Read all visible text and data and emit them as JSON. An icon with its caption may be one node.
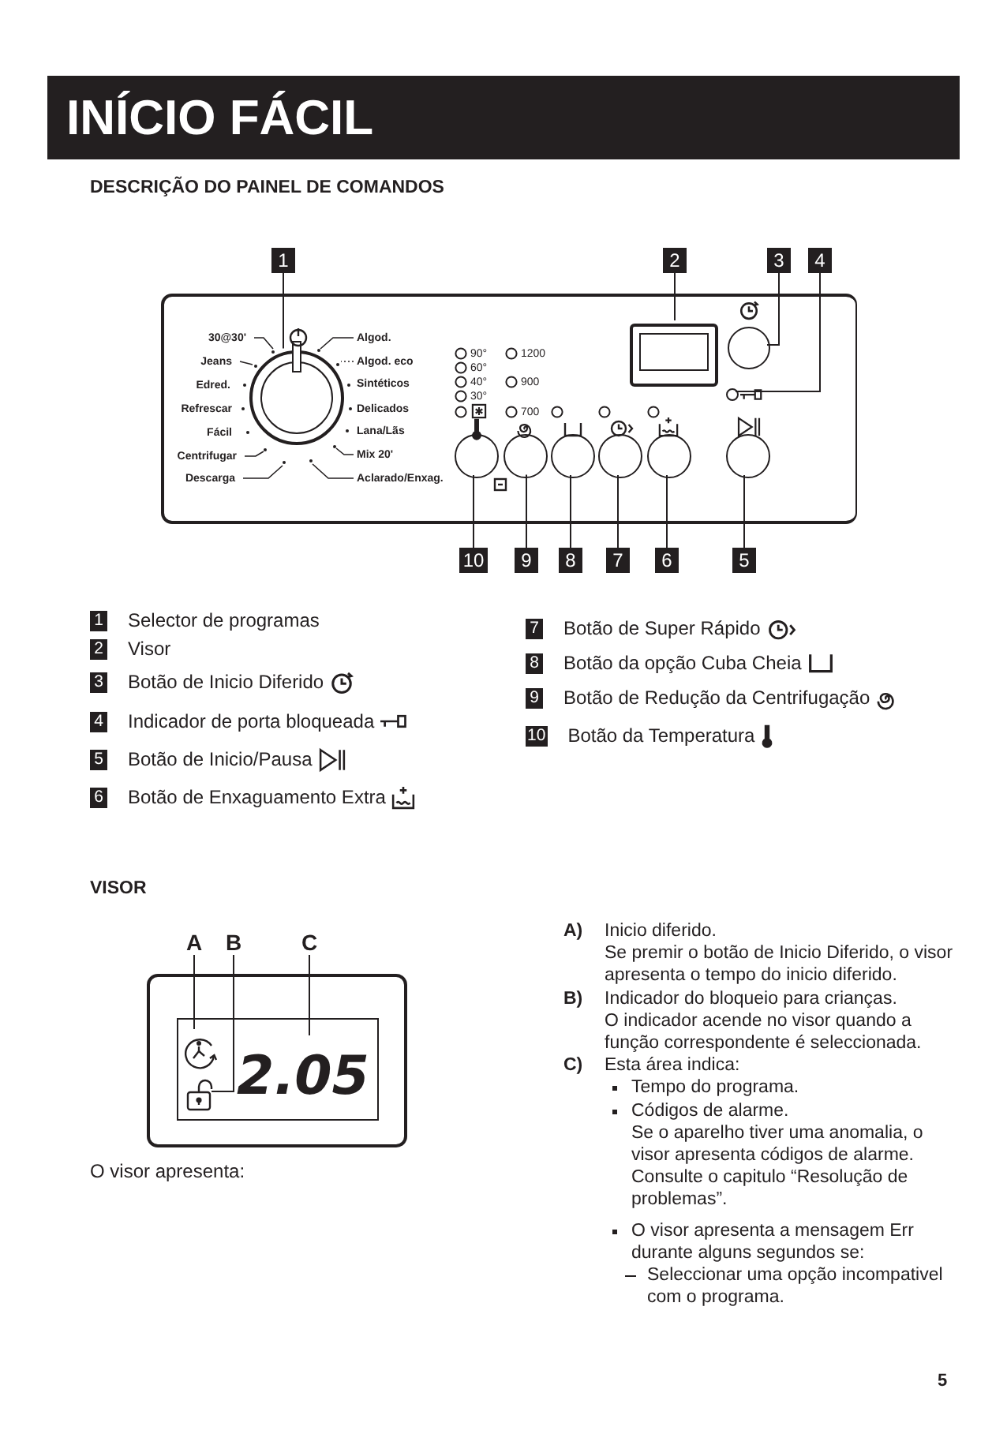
{
  "diagram": {
    "title": "INÍCIO FÁCIL",
    "nodes": [
      {
        "text": [
          "1"
        ]
      },
      {
        "text": [
          "2"
        ]
      },
      {
        "text": [
          "3"
        ]
      },
      {
        "text": [
          "4"
        ]
      },
      {
        "text": [],
        "shape": "box"
      },
      {
        "text": [],
        "shape": "circle",
        "in": 4
      },
      {
        "text": [],
        "shape": "box",
        "in": 4
      },
      {
        "text": [],
        "shape": "circle",
        "in": 4
      },
      {
        "text": [],
        "shape": "circle",
        "in": 4
      },
      {
        "text": [],
        "shape": "circle",
        "in": 4
      },
      {
        "text": [],
        "shape": "circle",
        "in": 4
      },
      {
        "text": [],
        "shape": "circle",
        "in": 4
      },
      {
        "text": [],
        "shape": "circle",
        "in": 4
      },
      {
        "text": [],
        "shape": "circle",
        "in": 4
      },
      {
        "text": [],
        "shape": "circle",
        "in": 4
      },
      {
        "text": [
          "10"
        ]
      },
      {
        "text": [
          "9"
        ]
      },
      {
        "text": [
          "8"
        ]
      },
      {
        "text": [
          "7"
        ]
      },
      {
        "text": [
          "6"
        ]
      },
      {
        "text": [
          "5"
        ]
      },
      {
        "text": [
          "A"
        ]
      },
      {
        "text": [
          "B"
        ]
      },
      {
        "text": [
          "C"
        ]
      },
      {
        "text": [],
        "shape": "box"
      },
      {
        "text": [],
        "shape": "clock",
        "in": 24
      },
      {
        "text": [],
        "shape": "padlock",
        "in": 24
      },
      {
        "text": [
          "2.05"
        ],
        "in": 24
      }
    ],
    "edges": [
      {
        "from": 0,
        "to": 5,
        "arrow": "none"
      },
      {
        "from": 1,
        "to": 6,
        "arrow": "none"
      },
      {
        "from": 2,
        "to": 7,
        "arrow": "none"
      },
      {
        "from": 3,
        "to": 8,
        "arrow": "none"
      },
      {
        "from": 15,
        "to": 9,
        "arrow": "none"
      },
      {
        "from": 16,
        "to": 10,
        "arrow": "none"
      },
      {
        "from": 17,
        "to": 11,
        "arrow": "none"
      },
      {
        "from": 18,
        "to": 12,
        "arrow": "none"
      },
      {
        "from": 19,
        "to": 13,
        "arrow": "none"
      },
      {
        "from": 20,
        "to": 14,
        "arrow": "none"
      },
      {
        "from": 21,
        "to": 25,
        "arrow": "none"
      },
      {
        "from": 22,
        "to": 26,
        "arrow": "none"
      },
      {
        "from": 23,
        "to": 27,
        "arrow": "none"
      }
    ],
    "labels": [
      "DESCRIÇÃO DO PAINEL DE COMANDOS",
      "30@30'",
      "Algod.",
      "Jeans",
      "Algod. eco",
      "Edred.",
      "Sintéticos",
      "Refrescar",
      "Delicados",
      "Fácil",
      "Lana/Lãs",
      "Centrifugar",
      "Mix 20'",
      "Descarga",
      "Aclarado/Enxag.",
      "90°",
      "1200",
      "60°",
      "40°",
      "900",
      "30°",
      "700",
      "1",
      "Selector de programas",
      "2",
      "Visor",
      "3",
      "Botão de Inicio Diferido",
      "4",
      "Indicador de porta bloqueada",
      "5",
      "Botão de Inicio/Pausa",
      "6",
      "Botão de Enxaguamento Extra",
      "7",
      "Botão de Super Rápido",
      "8",
      "Botão da opção Cuba Cheia",
      "9",
      "Botão de Redução da Centrifugação",
      "10",
      "Botão da Temperatura",
      "VISOR",
      "O visor apresenta:",
      "A)",
      "Inicio diferido.",
      "Se premir o botão de Inicio Diferido, o visor apresenta o tempo do inicio diferido.",
      "B)",
      "Indicador do bloqueio para crianças.",
      "O indicador acende no visor quando a função correspondente é seleccionada.",
      "C)",
      "Esta área indica:",
      "Tempo do programa.",
      "Códigos de alarme.",
      "Se o aparelho tiver uma anomalia, o visor apresenta códigos de alarme. Consulte o capitulo “Resolução de problemas”.",
      "O visor apresenta a mensagem Err durante alguns segundos se:",
      "Seleccionar uma opção incompativel com o programa.",
      "5"
    ]
  }
}
